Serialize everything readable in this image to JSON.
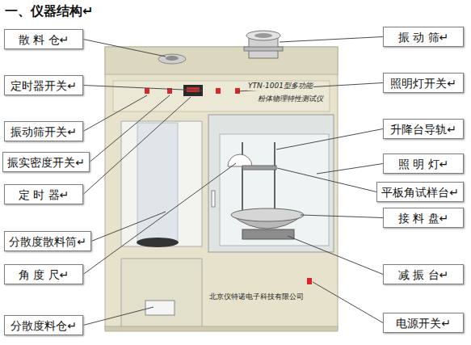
{
  "diagram": {
    "title": "一、仪器结构↵",
    "nodes": [
      {
        "text": [
          "散 料 仓↵"
        ]
      },
      {
        "text": [
          "定时器开关↵"
        ]
      },
      {
        "text": [
          "振动筛开关↵"
        ]
      },
      {
        "text": [
          "振实密度开关↵"
        ]
      },
      {
        "text": [
          "定 时 器↵"
        ]
      },
      {
        "text": [
          "分散度散料筒↵"
        ]
      },
      {
        "text": [
          "角 度 尺↵"
        ]
      },
      {
        "text": [
          "分散度料仓↵"
        ]
      },
      {
        "text": [
          "振 动 筛↵"
        ]
      },
      {
        "text": [
          "照明灯开关↵"
        ]
      },
      {
        "text": [
          "升降台导轨↵"
        ]
      },
      {
        "text": [
          "照 明 灯↵"
        ]
      },
      {
        "text": [
          "平板角试样台↵"
        ]
      },
      {
        "text": [
          "接 料 盘↵"
        ]
      },
      {
        "text": [
          "减 振 台↵"
        ]
      },
      {
        "text": [
          "电源开关↵"
        ]
      }
    ],
    "labels": [
      "YTN-1001型多功能",
      "粉体物理特性测试仪",
      "北京仪特诺电子科技有限公司"
    ]
  }
}
